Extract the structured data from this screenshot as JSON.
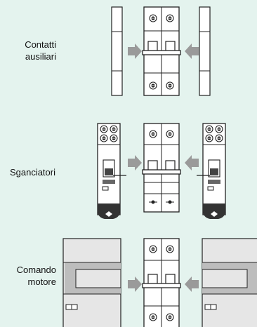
{
  "rows": [
    {
      "label_line1": "Contatti",
      "label_line2": "ausiliari"
    },
    {
      "label_line1": "Sganciatori",
      "label_line2": ""
    },
    {
      "label_line1": "Comando",
      "label_line2": "motore"
    }
  ],
  "colors": {
    "background": "#e4f3ee",
    "module_fill": "#ffffff",
    "module_stroke": "#222222",
    "side_panel": "#e6e6e6",
    "dark_part": "#555555",
    "arrow": "#9a9a9a"
  },
  "icons": [
    "breaker-module",
    "auxiliary-contact",
    "trip-unit",
    "motor-operator",
    "arrow-right",
    "arrow-left"
  ]
}
